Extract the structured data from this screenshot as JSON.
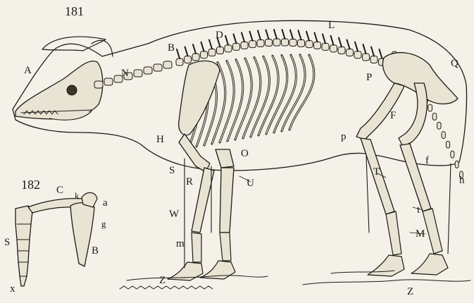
{
  "figures": [
    {
      "number": "181"
    },
    {
      "number": "182"
    }
  ],
  "fig181_labels": {
    "A": "A",
    "B": "B",
    "D": "D",
    "L": "L",
    "N": "N",
    "Q": "Q",
    "P": "P",
    "p": "p",
    "F": "F",
    "H": "H",
    "O": "O",
    "S": "S",
    "R": "R",
    "U": "U",
    "W": "W",
    "m": "m",
    "Z_left": "Z",
    "T": "T",
    "f": "f",
    "h": "h",
    "t": "t",
    "M": "M",
    "Z_right": "Z"
  },
  "fig182_labels": {
    "C": "C",
    "a": "a",
    "g": "g",
    "S": "S",
    "B": "B",
    "x": "x",
    "k": "k"
  }
}
